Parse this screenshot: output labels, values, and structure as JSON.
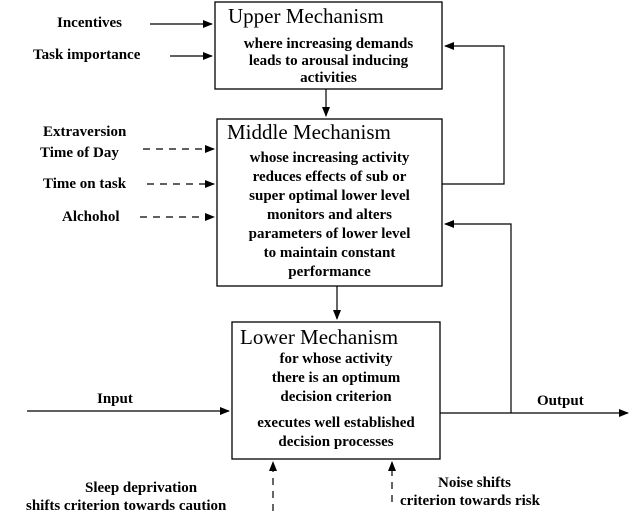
{
  "upper": {
    "title": "Upper Mechanism",
    "lines": [
      "where increasing demands",
      "leads to arousal inducing",
      "activities"
    ]
  },
  "middle": {
    "title": "Middle Mechanism",
    "lines": [
      "whose increasing activity",
      "reduces effects of sub or",
      "super optimal lower level",
      "monitors and alters",
      "parameters of lower level",
      "to maintain constant",
      "performance"
    ]
  },
  "lower": {
    "title": "Lower Mechanism",
    "lines_a": [
      "for whose activity",
      "there is an optimum",
      "decision criterion"
    ],
    "lines_b": [
      "executes well established",
      "decision processes"
    ]
  },
  "inputs": {
    "incentives": "Incentives",
    "task_importance": "Task importance",
    "extraversion": "Extraversion",
    "time_of_day": "Time of Day",
    "time_on_task": "Time on task",
    "alcohol": "Alchohol",
    "input": "Input",
    "output": "Output",
    "sleep_line1": "Sleep deprivation",
    "sleep_line2": "shifts criterion towards caution",
    "noise_line1": "Noise shifts",
    "noise_line2": "criterion towards risk"
  }
}
